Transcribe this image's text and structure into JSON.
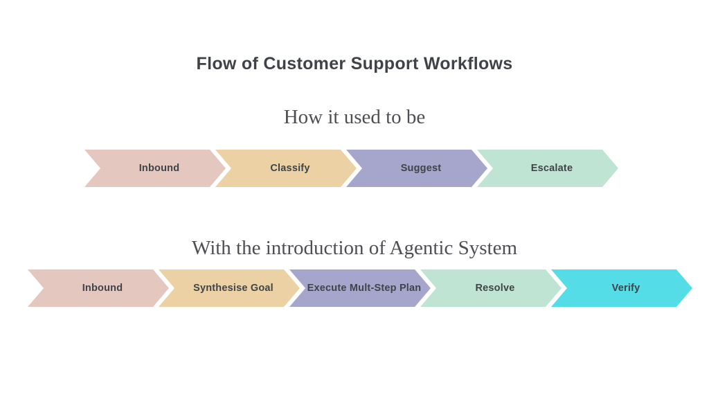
{
  "title": "Flow of Customer Support Workflows",
  "colors": {
    "pink": "#e4c8c0",
    "tan": "#ecd1a5",
    "purple": "#a6a5cc",
    "mint": "#bfe4d3",
    "cyan": "#54dde6",
    "label_text": "#3f4448",
    "heading_text": "#4e4e53",
    "title_text": "#3f4347",
    "background": "#ffffff"
  },
  "flows": [
    {
      "heading": "How it used to be",
      "steps": [
        {
          "label": "Inbound",
          "color": "#e4c8c0"
        },
        {
          "label": "Classify",
          "color": "#ecd1a5"
        },
        {
          "label": "Suggest",
          "color": "#a6a5cc"
        },
        {
          "label": "Escalate",
          "color": "#bfe4d3"
        }
      ]
    },
    {
      "heading": "With the introduction of Agentic System",
      "steps": [
        {
          "label": "Inbound",
          "color": "#e4c8c0"
        },
        {
          "label": "Synthesise Goal",
          "color": "#ecd1a5"
        },
        {
          "label": "Execute Mult-Step Plan",
          "color": "#a6a5cc"
        },
        {
          "label": "Resolve",
          "color": "#bfe4d3"
        },
        {
          "label": "Verify",
          "color": "#54dde6"
        }
      ]
    }
  ]
}
